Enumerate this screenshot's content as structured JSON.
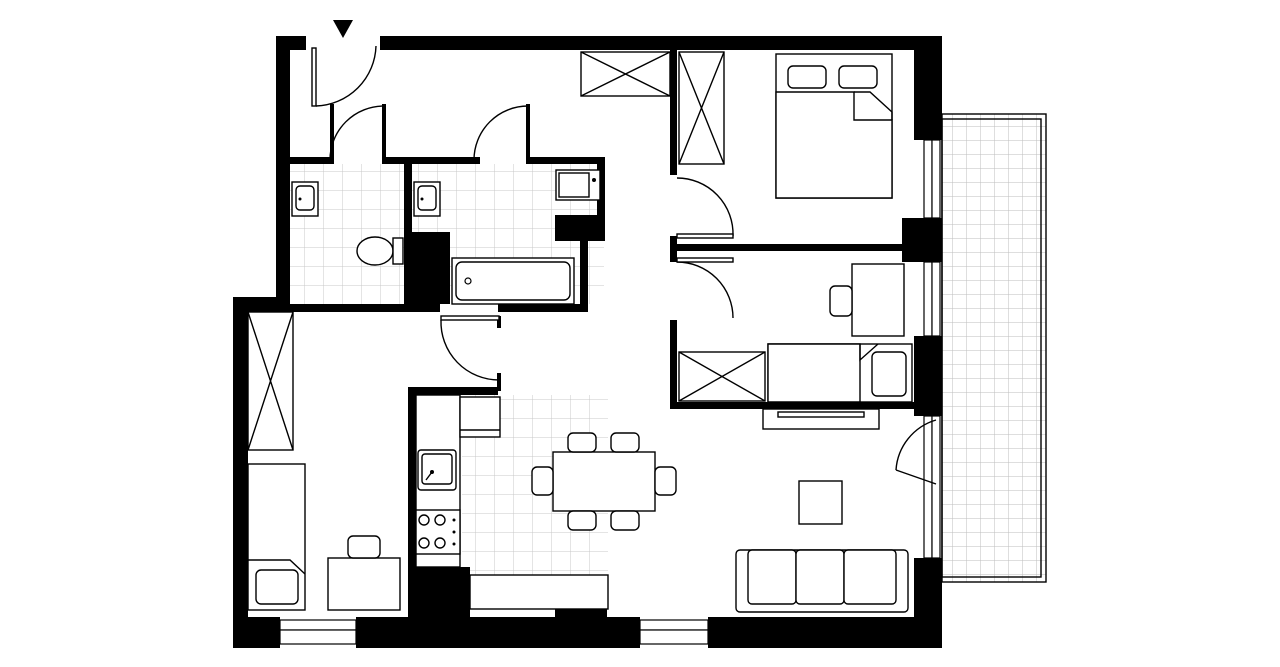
{
  "diagram": {
    "type": "floor-plan",
    "labels": [],
    "rooms": [
      "entrance-hall",
      "wc",
      "bathroom",
      "bedroom-1",
      "bedroom-2",
      "bedroom-3",
      "kitchen-dining",
      "living-room",
      "balcony"
    ],
    "colors": {
      "walls": "#000000",
      "lines": "#000000",
      "tiles": "#c8c8c8",
      "background": "#ffffff"
    }
  }
}
